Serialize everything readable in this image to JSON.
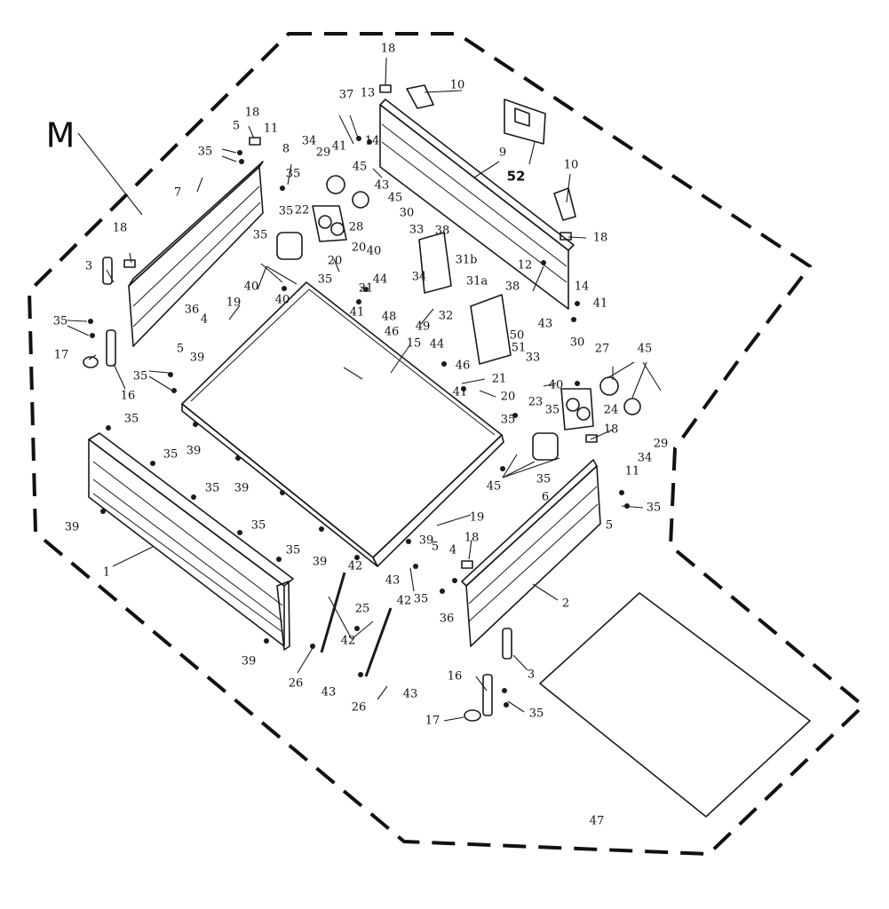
{
  "assembly_label": "M",
  "callouts": [
    {
      "id": "c1",
      "text": "1"
    },
    {
      "id": "c2",
      "text": "2"
    },
    {
      "id": "c3a",
      "text": "3"
    },
    {
      "id": "c3b",
      "text": "3"
    },
    {
      "id": "c4a",
      "text": "4"
    },
    {
      "id": "c4b",
      "text": "4"
    },
    {
      "id": "c5a",
      "text": "5"
    },
    {
      "id": "c5b",
      "text": "5"
    },
    {
      "id": "c5c",
      "text": "5"
    },
    {
      "id": "c5d",
      "text": "5"
    },
    {
      "id": "c6",
      "text": "6"
    },
    {
      "id": "c7",
      "text": "7"
    },
    {
      "id": "c8",
      "text": "8"
    },
    {
      "id": "c9",
      "text": "9"
    },
    {
      "id": "c10a",
      "text": "10"
    },
    {
      "id": "c10b",
      "text": "10"
    },
    {
      "id": "c11a",
      "text": "11"
    },
    {
      "id": "c11b",
      "text": "11"
    },
    {
      "id": "c12",
      "text": "12"
    },
    {
      "id": "c13",
      "text": "13"
    },
    {
      "id": "c14a",
      "text": "14"
    },
    {
      "id": "c14b",
      "text": "14"
    },
    {
      "id": "c15",
      "text": "15"
    },
    {
      "id": "c16a",
      "text": "16"
    },
    {
      "id": "c16b",
      "text": "16"
    },
    {
      "id": "c17a",
      "text": "17"
    },
    {
      "id": "c17b",
      "text": "17"
    },
    {
      "id": "c18a",
      "text": "18"
    },
    {
      "id": "c18b",
      "text": "18"
    },
    {
      "id": "c18c",
      "text": "18"
    },
    {
      "id": "c18d",
      "text": "18"
    },
    {
      "id": "c18e",
      "text": "18"
    },
    {
      "id": "c18f",
      "text": "18"
    },
    {
      "id": "c19a",
      "text": "19"
    },
    {
      "id": "c19b",
      "text": "19"
    },
    {
      "id": "c20a",
      "text": "20"
    },
    {
      "id": "c20b",
      "text": "20"
    },
    {
      "id": "c20c",
      "text": "20"
    },
    {
      "id": "c21a",
      "text": "21"
    },
    {
      "id": "c21b",
      "text": "21"
    },
    {
      "id": "c22",
      "text": "22"
    },
    {
      "id": "c23",
      "text": "23"
    },
    {
      "id": "c24",
      "text": "24"
    },
    {
      "id": "c25",
      "text": "25"
    },
    {
      "id": "c26a",
      "text": "26"
    },
    {
      "id": "c26b",
      "text": "26"
    },
    {
      "id": "c27",
      "text": "27"
    },
    {
      "id": "c28",
      "text": "28"
    },
    {
      "id": "c29a",
      "text": "29"
    },
    {
      "id": "c29b",
      "text": "29"
    },
    {
      "id": "c30a",
      "text": "30"
    },
    {
      "id": "c30b",
      "text": "30"
    },
    {
      "id": "c31a",
      "text": "31a"
    },
    {
      "id": "c31b",
      "text": "31b"
    },
    {
      "id": "c32",
      "text": "32"
    },
    {
      "id": "c33a",
      "text": "33"
    },
    {
      "id": "c33b",
      "text": "33"
    },
    {
      "id": "c34a",
      "text": "34"
    },
    {
      "id": "c34b",
      "text": "34"
    },
    {
      "id": "c34c",
      "text": "34"
    },
    {
      "id": "c35a",
      "text": "35"
    },
    {
      "id": "c35b",
      "text": "35"
    },
    {
      "id": "c35c",
      "text": "35"
    },
    {
      "id": "c35d",
      "text": "35"
    },
    {
      "id": "c35e",
      "text": "35"
    },
    {
      "id": "c35f",
      "text": "35"
    },
    {
      "id": "c35g",
      "text": "35"
    },
    {
      "id": "c35h",
      "text": "35"
    },
    {
      "id": "c35i",
      "text": "35"
    },
    {
      "id": "c35j",
      "text": "35"
    },
    {
      "id": "c35k",
      "text": "35"
    },
    {
      "id": "c35l",
      "text": "35"
    },
    {
      "id": "c35m",
      "text": "35"
    },
    {
      "id": "c35n",
      "text": "35"
    },
    {
      "id": "c35o",
      "text": "35"
    },
    {
      "id": "c35p",
      "text": "35"
    },
    {
      "id": "c35q",
      "text": "35"
    },
    {
      "id": "c35r",
      "text": "35"
    },
    {
      "id": "c36a",
      "text": "36"
    },
    {
      "id": "c36b",
      "text": "36"
    },
    {
      "id": "c37",
      "text": "37"
    },
    {
      "id": "c38a",
      "text": "38"
    },
    {
      "id": "c38b",
      "text": "38"
    },
    {
      "id": "c39a",
      "text": "39"
    },
    {
      "id": "c39b",
      "text": "39"
    },
    {
      "id": "c39c",
      "text": "39"
    },
    {
      "id": "c39d",
      "text": "39"
    },
    {
      "id": "c39e",
      "text": "39"
    },
    {
      "id": "c39f",
      "text": "39"
    },
    {
      "id": "c39g",
      "text": "39"
    },
    {
      "id": "c40a",
      "text": "40"
    },
    {
      "id": "c40b",
      "text": "40"
    },
    {
      "id": "c40c",
      "text": "40"
    },
    {
      "id": "c40d",
      "text": "40"
    },
    {
      "id": "c41a",
      "text": "41"
    },
    {
      "id": "c41b",
      "text": "41"
    },
    {
      "id": "c41c",
      "text": "41"
    },
    {
      "id": "c41d",
      "text": "41"
    },
    {
      "id": "c42a",
      "text": "42"
    },
    {
      "id": "c42b",
      "text": "42"
    },
    {
      "id": "c42c",
      "text": "42"
    },
    {
      "id": "c43a",
      "text": "43"
    },
    {
      "id": "c43b",
      "text": "43"
    },
    {
      "id": "c43c",
      "text": "43"
    },
    {
      "id": "c43d",
      "text": "43"
    },
    {
      "id": "c43e",
      "text": "43"
    },
    {
      "id": "c44a",
      "text": "44"
    },
    {
      "id": "c44b",
      "text": "44"
    },
    {
      "id": "c45a",
      "text": "45"
    },
    {
      "id": "c45b",
      "text": "45"
    },
    {
      "id": "c45c",
      "text": "45"
    },
    {
      "id": "c45d",
      "text": "45"
    },
    {
      "id": "c46a",
      "text": "46"
    },
    {
      "id": "c46b",
      "text": "46"
    },
    {
      "id": "c47",
      "text": "47"
    },
    {
      "id": "c48",
      "text": "48"
    },
    {
      "id": "c49",
      "text": "49"
    },
    {
      "id": "c50",
      "text": "50"
    },
    {
      "id": "c51",
      "text": "51"
    },
    {
      "id": "c52",
      "text": "52"
    }
  ]
}
